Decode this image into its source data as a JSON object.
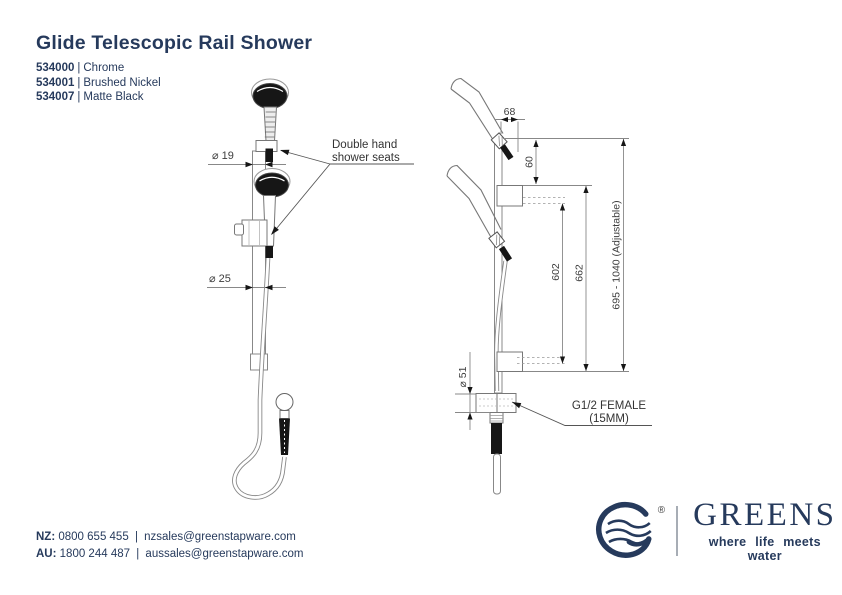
{
  "header": {
    "title": "Glide Telescopic Rail Shower",
    "products": [
      {
        "code": "534000",
        "finish": "Chrome"
      },
      {
        "code": "534001",
        "finish": "Brushed Nickel"
      },
      {
        "code": "534007",
        "finish": "Matte Black"
      }
    ]
  },
  "separators": {
    "pipe": "|"
  },
  "front_view": {
    "dim_head_diameter": "⌀ 19",
    "dim_rail_diameter": "⌀ 25",
    "seats_label_line1": "Double hand",
    "seats_label_line2": "shower seats"
  },
  "side_view": {
    "dim_bracket_width": "68",
    "dim_head_to_bracket": "60",
    "dim_bracket_span_inner": "602",
    "dim_bracket_span_outer": "662",
    "dim_overall_height": "695 - 1040 (Adjustable)",
    "dim_flange_diameter": "⌀ 51",
    "inlet_label_line1": "G1/2 FEMALE",
    "inlet_label_line2": "(15MM)"
  },
  "footer": {
    "contacts": [
      {
        "region": "NZ:",
        "phone": "0800 655 455",
        "email": "nzsales@greenstapware.com"
      },
      {
        "region": "AU:",
        "phone": "1800 244 487",
        "email": "aussales@greenstapware.com"
      }
    ]
  },
  "brand": {
    "name": "GREENS",
    "tagline": "where life meets water",
    "registered_mark": "®"
  },
  "colors": {
    "navy": "#263a5c",
    "line_gray": "#888888",
    "dim_text": "#3d3d3d",
    "fill_dark": "#161616"
  }
}
